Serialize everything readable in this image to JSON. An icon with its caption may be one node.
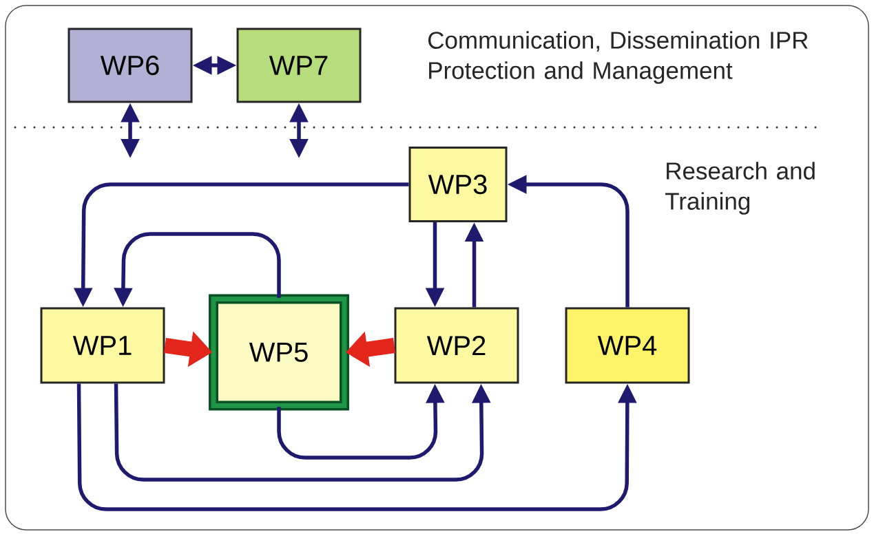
{
  "diagram": {
    "nodes": [
      {
        "text": [
          "WP6"
        ]
      },
      {
        "text": [
          "WP7"
        ]
      },
      {
        "text": [
          "WP3"
        ]
      },
      {
        "text": [
          "WP1"
        ]
      },
      {
        "text": [
          "WP5"
        ]
      },
      {
        "text": [
          "WP2"
        ]
      },
      {
        "text": [
          "WP4"
        ]
      }
    ],
    "edges": [
      {
        "from": 0,
        "to": 1,
        "arrow": "both"
      },
      {
        "from": null,
        "to": 0,
        "arrow": "both"
      },
      {
        "from": null,
        "to": 1,
        "arrow": "both"
      },
      {
        "from": 2,
        "to": 3,
        "arrow": "to"
      },
      {
        "from": 4,
        "to": 3,
        "arrow": "to"
      },
      {
        "from": 2,
        "to": 5,
        "arrow": "to"
      },
      {
        "from": 5,
        "to": 2,
        "arrow": "to"
      },
      {
        "from": 6,
        "to": 2,
        "arrow": "to"
      },
      {
        "from": 3,
        "to": 4,
        "arrow": "to",
        "style": "thick",
        "color": "#e3261b"
      },
      {
        "from": 5,
        "to": 4,
        "arrow": "to",
        "style": "thick",
        "color": "#e3261b"
      },
      {
        "from": 4,
        "to": 5,
        "arrow": "to"
      },
      {
        "from": 3,
        "to": 5,
        "arrow": "to"
      },
      {
        "from": 3,
        "to": 6,
        "arrow": "to"
      }
    ],
    "labels": [
      "Communication, Dissemination IPR Protection and Management",
      "Research and Training"
    ]
  }
}
